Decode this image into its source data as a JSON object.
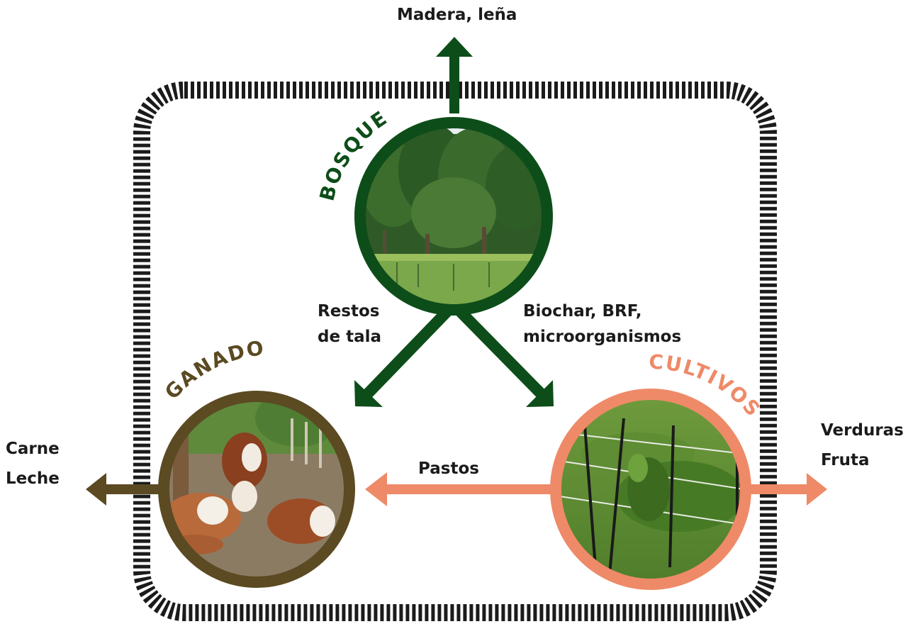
{
  "nodes": {
    "bosque": {
      "title": "BOSQUE",
      "photo": "forest-photo"
    },
    "ganado": {
      "title": "GANADO",
      "photo": "cattle-photo"
    },
    "cultivos": {
      "title": "CULTIVOS",
      "photo": "crops-photo"
    }
  },
  "flows": {
    "top_output": "Madera, leña",
    "bosque_to_ganado": [
      "Restos",
      "de tala"
    ],
    "bosque_to_cultivos": [
      "Biochar, BRF,",
      "microorganismos"
    ],
    "cultivos_to_ganado": "Pastos",
    "ganado_output": [
      "Carne",
      "Leche"
    ],
    "cultivos_output": [
      "Verduras",
      "Fruta"
    ]
  },
  "colors": {
    "bosque": "#0d4d19",
    "ganado": "#5b4a22",
    "cultivos": "#ee8a68",
    "boundary": "#1b1b1b",
    "text": "#1b1b1b"
  }
}
